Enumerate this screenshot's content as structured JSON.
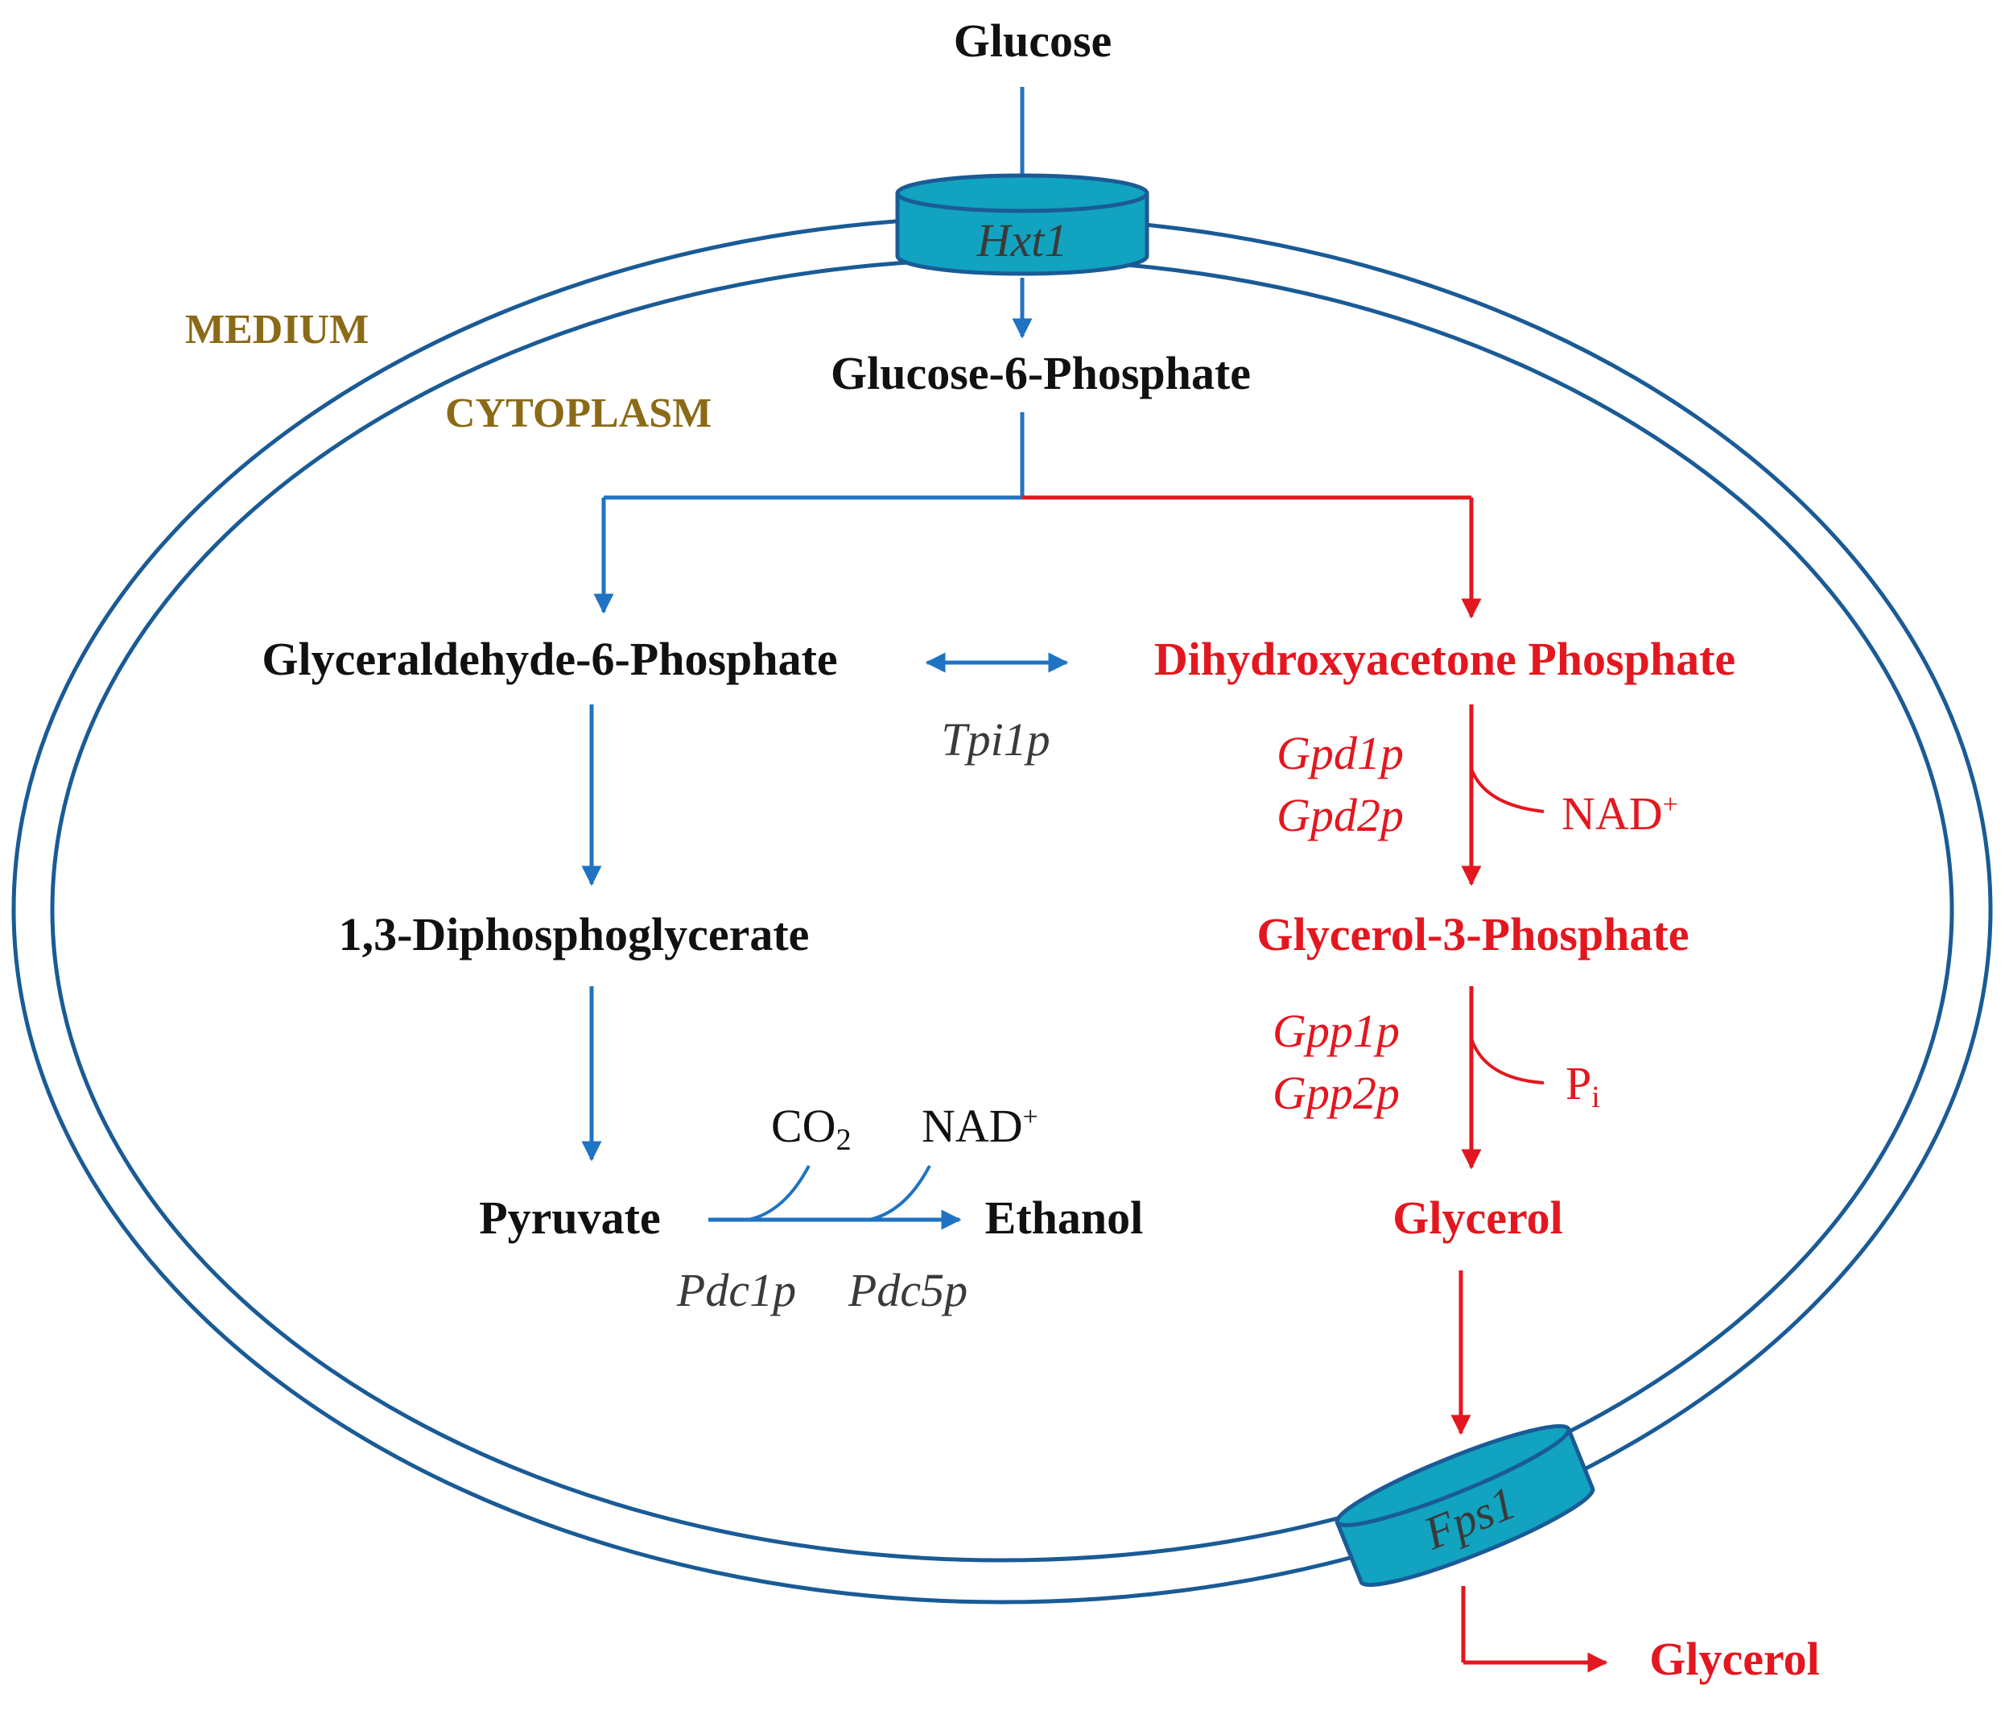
{
  "colors": {
    "blue": "#1f73c2",
    "red": "#e3171f",
    "membrane": "#1a5b96",
    "transporter": "#11a3bf",
    "region": "#8b6a17"
  },
  "regions": {
    "medium": "MEDIUM",
    "cytoplasm": "CYTOPLASM"
  },
  "transporters": {
    "hxt1": "Hxt1",
    "fps1": "Fps1"
  },
  "metabolites": {
    "glucose": "Glucose",
    "g6p": "Glucose-6-Phosphate",
    "gap": "Glyceraldehyde-6-Phosphate",
    "dhap": "Dihydroxyacetone Phosphate",
    "dpg": "1,3-Diphosphoglycerate",
    "g3p": "Glycerol-3-Phosphate",
    "pyruvate": "Pyruvate",
    "ethanol": "Ethanol",
    "glycerol_in": "Glycerol",
    "glycerol_out": "Glycerol"
  },
  "enzymes": {
    "tpi1p": "Tpi1p",
    "gpd1p": "Gpd1p",
    "gpd2p": "Gpd2p",
    "gpp1p": "Gpp1p",
    "gpp2p": "Gpp2p",
    "pdc1p": "Pdc1p",
    "pdc5p": "Pdc5p"
  },
  "cofactors": {
    "nad_gpd": {
      "base": "NAD",
      "sup": "+"
    },
    "pi": {
      "base": "P",
      "sub": "i"
    },
    "co2": {
      "base": "CO",
      "sub": "2"
    },
    "nad_pdc": {
      "base": "NAD",
      "sup": "+"
    }
  }
}
